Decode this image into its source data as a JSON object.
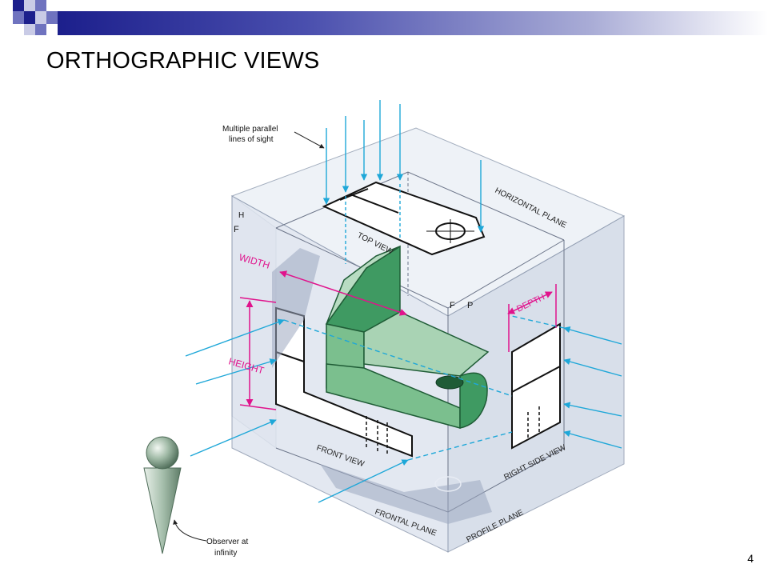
{
  "slide": {
    "title": "ORTHOGRAPHIC VIEWS",
    "number": "4",
    "colors": {
      "accent": "#1c1f8c",
      "dimension": "#e0138c",
      "part": "#3f9a62",
      "sightline": "#1ea7d8"
    }
  },
  "diagram": {
    "callout_sight_line1": "Multiple parallel",
    "callout_sight_line2": "lines of sight",
    "label_h": "H",
    "label_f_left": "F",
    "horizontal_plane": "HORIZONTAL PLANE",
    "top_view": "TOP VIEW",
    "width": "WIDTH",
    "height": "HEIGHT",
    "depth": "DEPTH",
    "label_f_right": "F",
    "label_p": "P",
    "front_view": "FRONT VIEW",
    "right_side_view": "RIGHT SIDE VIEW",
    "frontal_plane": "FRONTAL PLANE",
    "profile_plane": "PROFILE PLANE",
    "observer_line1": "Observer at",
    "observer_line2": "infinity",
    "observer_icon": "observer-icon"
  }
}
